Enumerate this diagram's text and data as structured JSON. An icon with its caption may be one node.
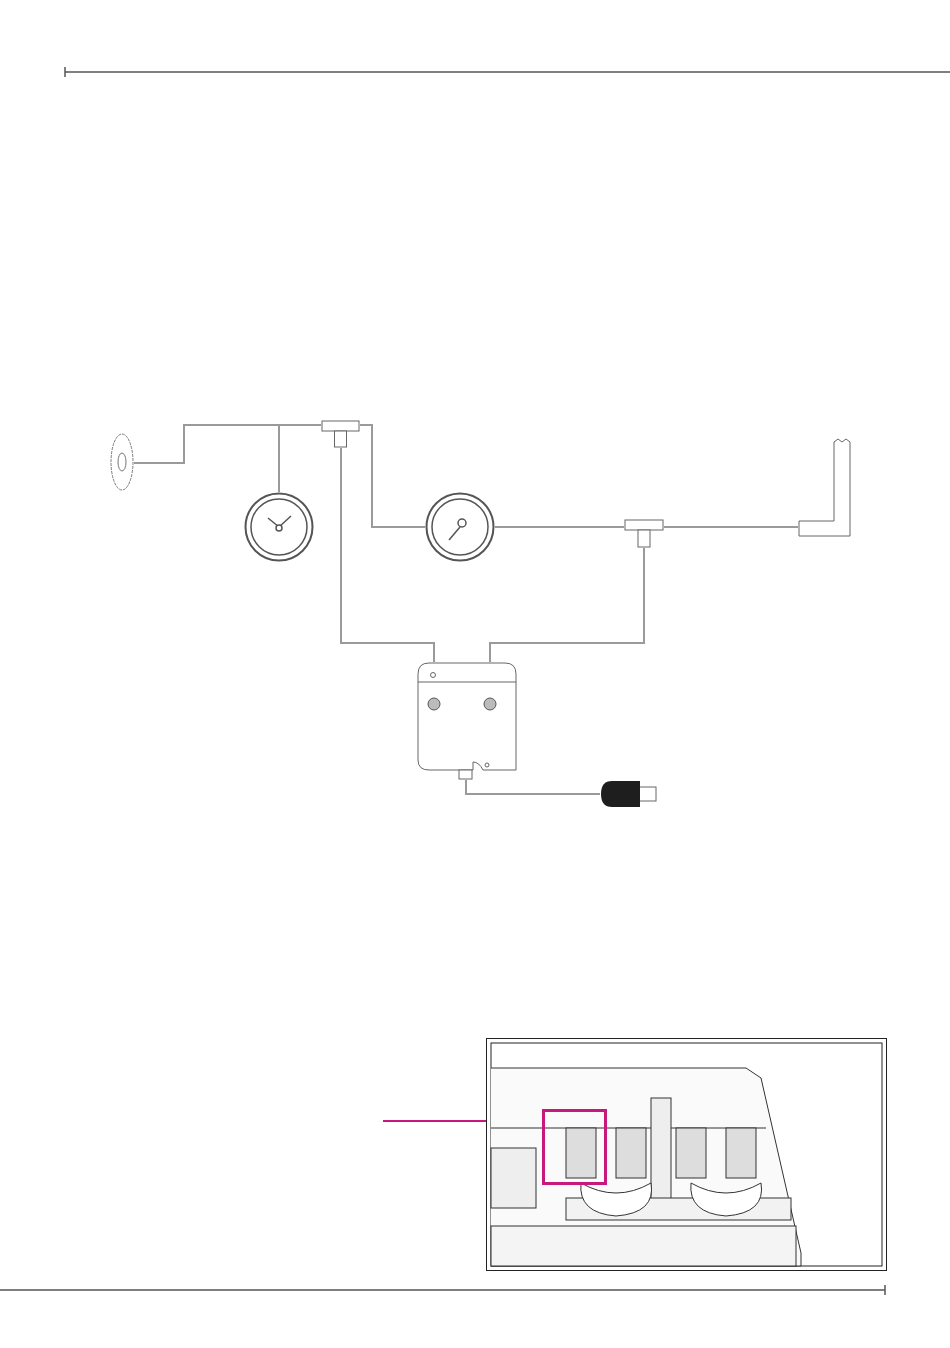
{
  "diagram": {
    "nodes": [
      {
        "text": [],
        "shape": "circle"
      },
      {
        "text": [],
        "shape": "circle"
      },
      {
        "text": [],
        "shape": "box"
      },
      {
        "text": [],
        "shape": "circle"
      },
      {
        "text": [],
        "shape": "box"
      },
      {
        "text": [],
        "shape": "tube"
      },
      {
        "text": [],
        "shape": "box"
      },
      {
        "text": [],
        "shape": "plug"
      },
      {
        "text": [],
        "shape": "picture"
      },
      {
        "text": [],
        "shape": "box",
        "in": 8
      }
    ],
    "edges": [
      {
        "from": 0,
        "to": 2,
        "arrow": "none"
      },
      {
        "from": 1,
        "to": 2,
        "arrow": "none"
      },
      {
        "from": 2,
        "to": 3,
        "arrow": "none"
      },
      {
        "from": 3,
        "to": 4,
        "arrow": "none"
      },
      {
        "from": 4,
        "to": 5,
        "arrow": "none"
      },
      {
        "from": 2,
        "to": 6,
        "arrow": "none"
      },
      {
        "from": 4,
        "to": 6,
        "arrow": "none"
      },
      {
        "from": 6,
        "to": 7,
        "arrow": "none"
      },
      {
        "from": null,
        "to": 9,
        "arrow": "none",
        "color": "#c8177d"
      }
    ]
  }
}
